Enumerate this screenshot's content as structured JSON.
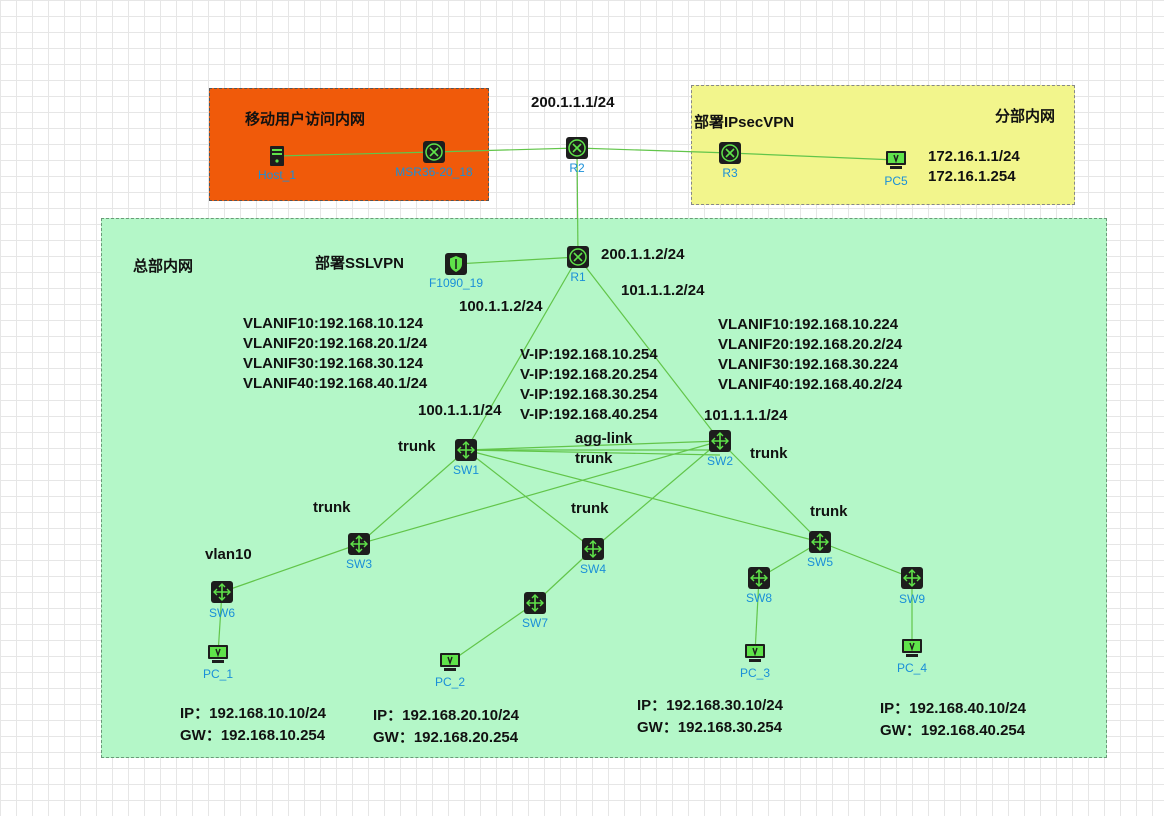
{
  "zones": {
    "mobile": "移动用户访问内网",
    "branch": "分部内网",
    "hq": "总部内网"
  },
  "devices": {
    "host1": "Host_1",
    "msr": "MSR36-20_18",
    "r2": "R2",
    "r3": "R3",
    "pc5": "PC5",
    "r1": "R1",
    "fw": "F1090_19",
    "sw1": "SW1",
    "sw2": "SW2",
    "sw3": "SW3",
    "sw4": "SW4",
    "sw5": "SW5",
    "sw6": "SW6",
    "sw7": "SW7",
    "sw8": "SW8",
    "sw9": "SW9",
    "pc1": "PC_1",
    "pc2": "PC_2",
    "pc3": "PC_3",
    "pc4": "PC_4"
  },
  "annotations": {
    "r2_ip": "200.1.1.1/24",
    "ipsec": "部署IPsecVPN",
    "branch_ip1": "172.16.1.1/24",
    "branch_ip2": "172.16.1.254",
    "sslvpn": "部署SSLVPN",
    "r1_up": "200.1.1.2/24",
    "r1_left": "100.1.1.2/24",
    "r1_right": "101.1.1.2/24",
    "sw1_vlanif": [
      "VLANIF10:192.168.10.124",
      "VLANIF20:192.168.20.1/24",
      "VLANIF30:192.168.30.124",
      "VLANIF40:192.168.40.1/24"
    ],
    "sw2_vlanif": [
      "VLANIF10:192.168.10.224",
      "VLANIF20:192.168.20.2/24",
      "VLANIF30:192.168.30.224",
      "VLANIF40:192.168.40.2/24"
    ],
    "vip": [
      "V-IP:192.168.10.254",
      "V-IP:192.168.20.254",
      "V-IP:192.168.30.254",
      "V-IP:192.168.40.254"
    ],
    "sw1_up": "100.1.1.1/24",
    "sw2_up": "101.1.1.1/24",
    "agg_link": "agg-link",
    "trunk": "trunk",
    "vlan10": "vlan10",
    "pc1_ip": "IP：192.168.10.10/24",
    "pc1_gw": "GW：192.168.10.254",
    "pc2_ip": "IP：192.168.20.10/24",
    "pc2_gw": "GW：192.168.20.254",
    "pc3_ip": "IP：192.168.30.10/24",
    "pc3_gw": "GW：192.168.30.254",
    "pc4_ip": "IP：192.168.40.10/24",
    "pc4_gw": "GW：192.168.40.254"
  },
  "colors": {
    "mobile_zone": "#f05a0a",
    "branch_zone": "#f2f58c",
    "hq_zone": "#b4f7c8",
    "link": "#62c54a",
    "device_label": "#1a8fd8"
  }
}
